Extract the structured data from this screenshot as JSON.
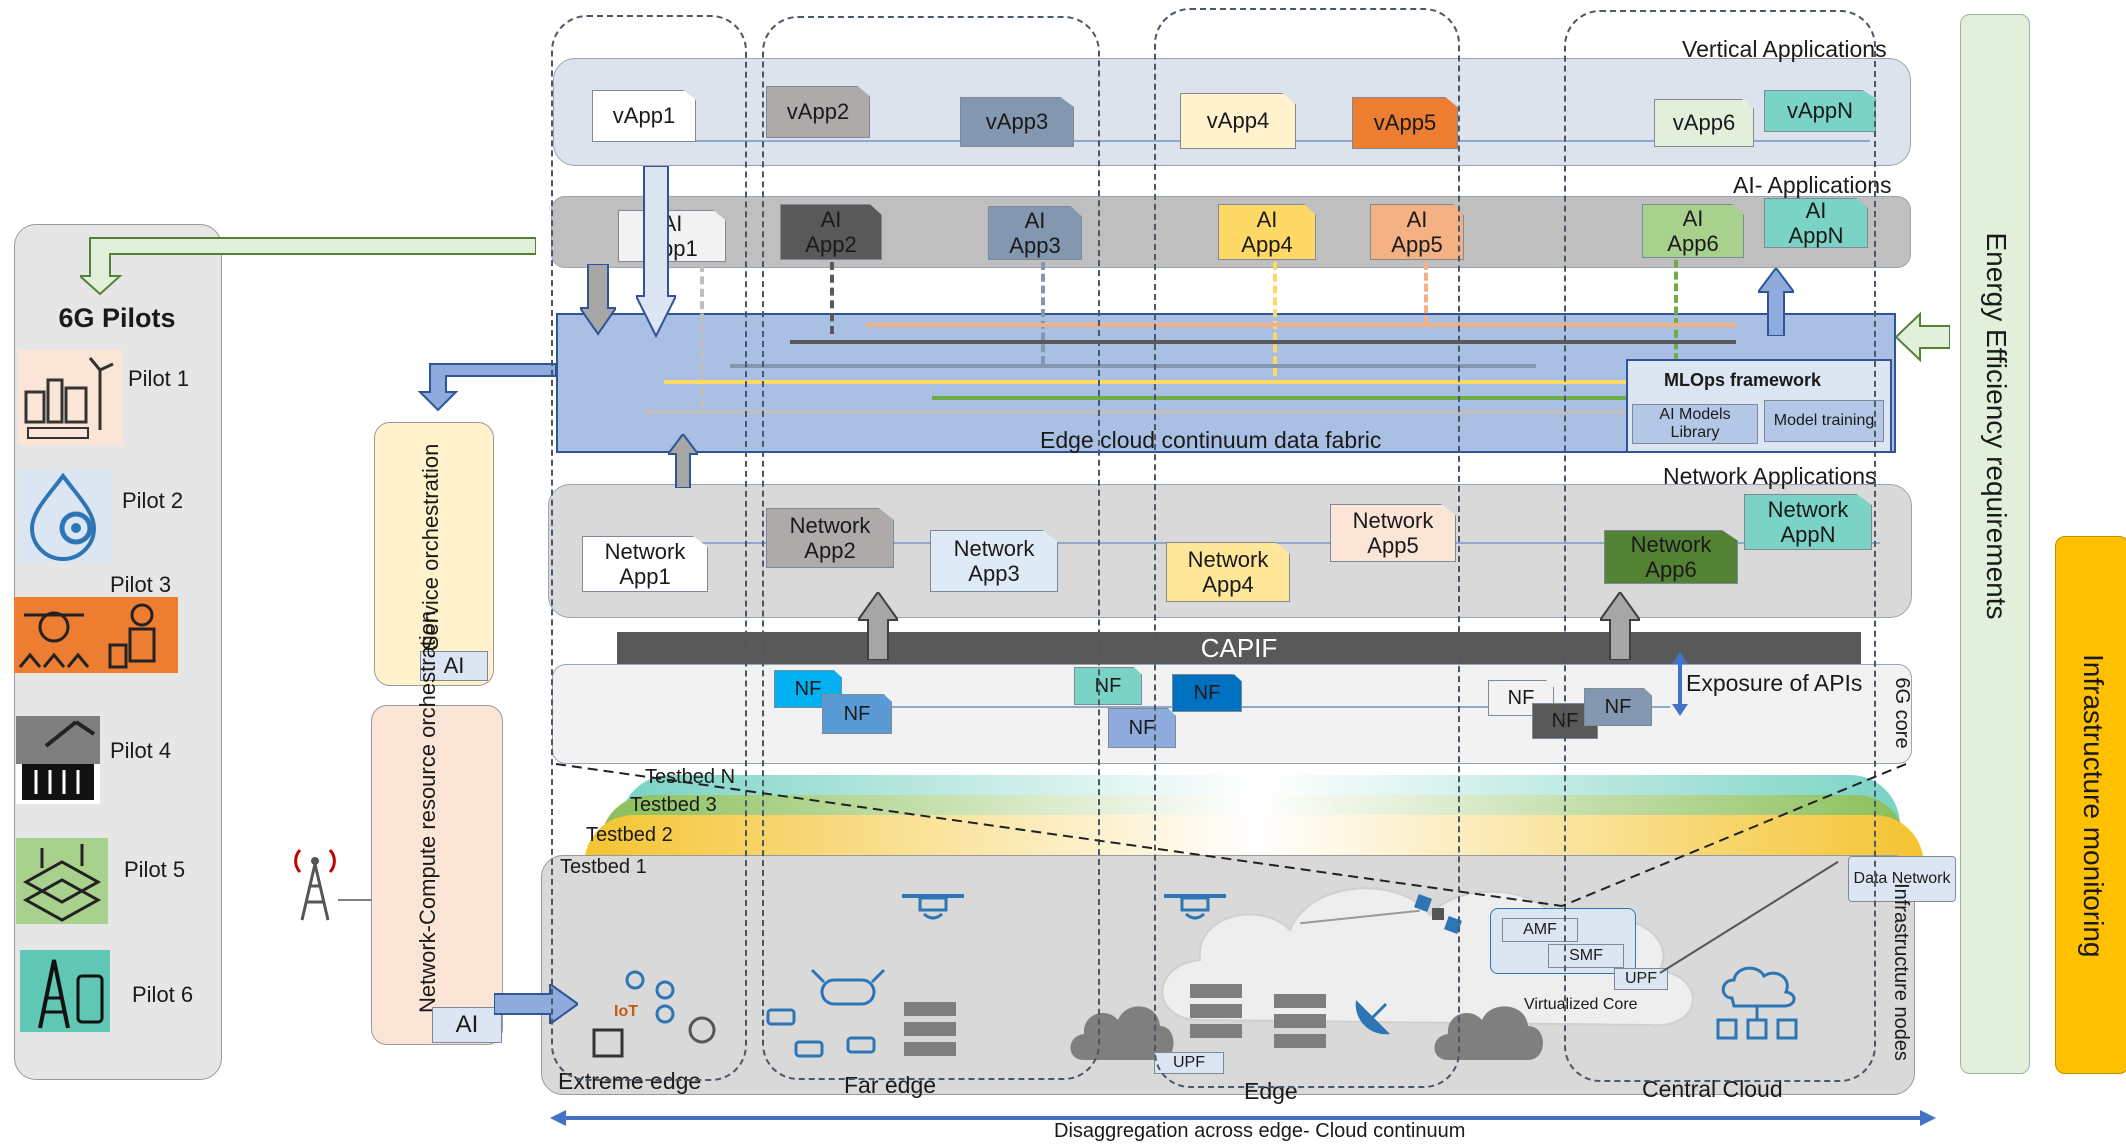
{
  "pilots_panel": {
    "title": "6G Pilots",
    "items": [
      "Pilot 1",
      "Pilot 2",
      "Pilot 3",
      "Pilot 4",
      "Pilot 5",
      "Pilot 6"
    ]
  },
  "service_orchestration": {
    "label": "Service orchestration",
    "ai": "AI"
  },
  "resource_orchestration": {
    "label": "Network-Compute resource orchestration",
    "ai": "AI"
  },
  "vertical": {
    "title": "Vertical Applications",
    "apps": [
      "vApp1",
      "vApp2",
      "vApp3",
      "vApp4",
      "vApp5",
      "vApp6",
      "vAppN"
    ]
  },
  "ai_apps": {
    "title": "AI- Applications",
    "apps": [
      {
        "l1": "AI",
        "l2": "App1"
      },
      {
        "l1": "AI",
        "l2": "App2"
      },
      {
        "l1": "AI",
        "l2": "App3"
      },
      {
        "l1": "AI",
        "l2": "App4"
      },
      {
        "l1": "AI",
        "l2": "App5"
      },
      {
        "l1": "AI",
        "l2": "App6"
      },
      {
        "l1": "AI",
        "l2": "AppN"
      }
    ]
  },
  "fabric": {
    "title": "Edge cloud continuum data fabric",
    "mlops_title": "MLOps framework",
    "mlops_items": [
      "AI Models Library",
      "Model training"
    ]
  },
  "network_apps": {
    "title": "Network Applications",
    "apps": [
      {
        "l1": "Network",
        "l2": "App1"
      },
      {
        "l1": "Network",
        "l2": "App2"
      },
      {
        "l1": "Network",
        "l2": "App3"
      },
      {
        "l1": "Network",
        "l2": "App4"
      },
      {
        "l1": "Network",
        "l2": "App5"
      },
      {
        "l1": "Network",
        "l2": "App6"
      },
      {
        "l1": "Network",
        "l2": "AppN"
      }
    ]
  },
  "capif": {
    "label": "CAPIF"
  },
  "core": {
    "label": "6G core",
    "exposure": "Exposure of APIs",
    "nf": "NF"
  },
  "testbeds": {
    "tn": "Testbed N",
    "t3": "Testbed 3",
    "t2": "Testbed 2",
    "t1": "Testbed 1"
  },
  "infra": {
    "iot": "IoT",
    "amf": "AMF",
    "smf": "SMF",
    "upf": "UPF",
    "virtualized_core": "Virtualized Core",
    "data_network": "Data Network",
    "infra_nodes": "Infrastructure nodes"
  },
  "columns": [
    "Extreme edge",
    "Far edge",
    "Edge",
    "Central Cloud"
  ],
  "continuum": "Disaggregation across edge- Cloud continuum",
  "energy": "Energy Efficiency requirements",
  "monitoring": "Infrastructure monitoring",
  "colors": {
    "vertical_band": "#dce3ec",
    "ai_band": "#bfbfbf",
    "fabric": "#a9bfe3",
    "network_band": "#d9d9d9",
    "capif": "#595959",
    "energy": "#e2efda",
    "monitoring": "#ffc000",
    "testbed_n": "#7ad3c5",
    "testbed_3": "#8bbf5a",
    "testbed_2": "#f4c430"
  }
}
